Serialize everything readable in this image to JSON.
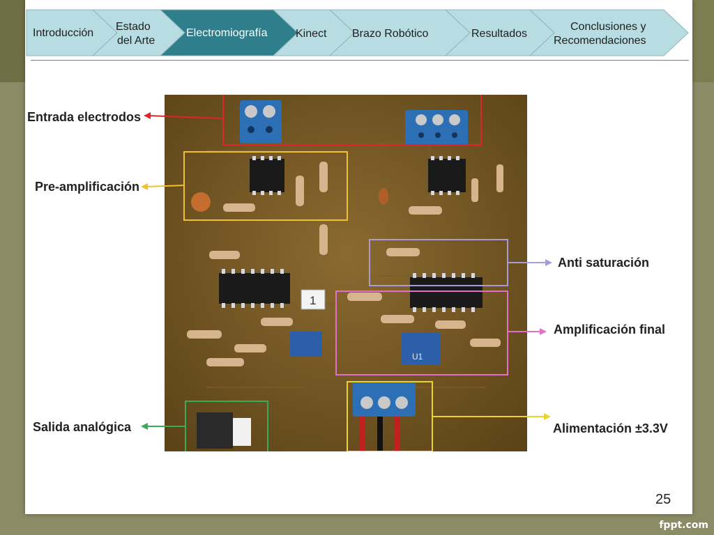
{
  "nav": {
    "tabs": [
      {
        "label": "Introducción",
        "active": false
      },
      {
        "label_line1": "Estado",
        "label_line2": "del Arte",
        "active": false
      },
      {
        "label": "Electromiografía",
        "active": true
      },
      {
        "label": "Kinect",
        "active": false
      },
      {
        "label": "Brazo Robótico",
        "active": false
      },
      {
        "label": "Resultados",
        "active": false
      },
      {
        "label_line1": "Conclusiones y",
        "label_line2": "Recomendaciones",
        "active": false
      }
    ],
    "colors": {
      "inactive_fill": "#b7dde3",
      "active_fill": "#2f7e8c",
      "border": "#ffffff"
    }
  },
  "figure": {
    "annotations": {
      "entrada": "Entrada electrodos",
      "preamp": "Pre-amplificación",
      "antisat": "Anti saturación",
      "ampfinal": "Amplificación final",
      "salida": "Salida analógica",
      "alimentacion": "Alimentación ±3.3V"
    },
    "board_label": "1",
    "pot_label": "U1",
    "colors": {
      "entrada": "#e0242c",
      "preamp": "#f0c030",
      "antisat": "#a99bd9",
      "ampfinal": "#e46fc8",
      "salida": "#3cab58",
      "alimentacion": "#e8d42a",
      "board": "#6e5222"
    }
  },
  "page_number": "25",
  "brand": "fppt.com"
}
